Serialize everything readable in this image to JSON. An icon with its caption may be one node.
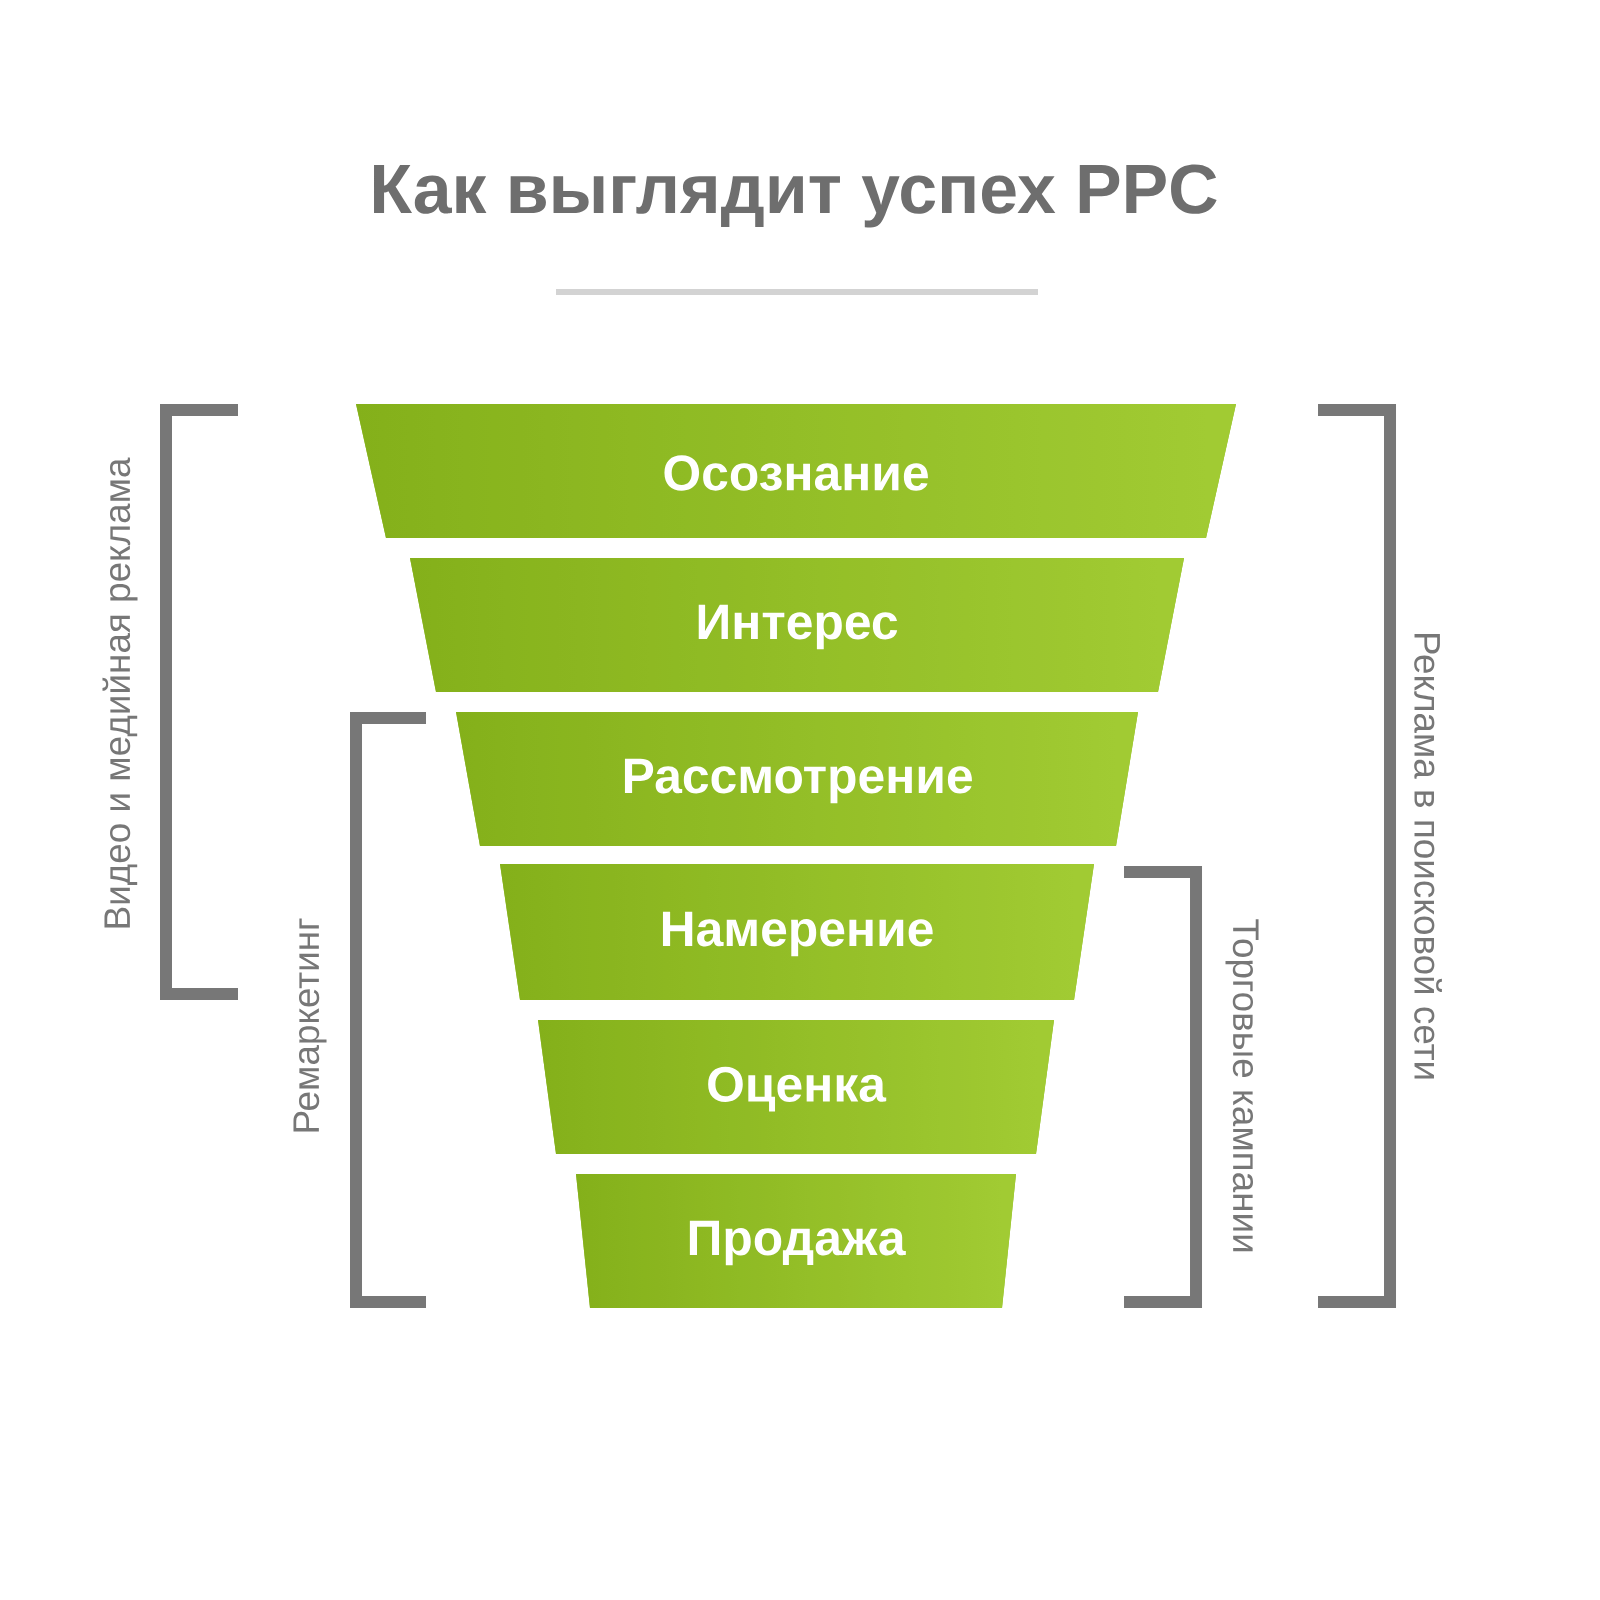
{
  "diagram": {
    "title": "Как выглядит успех PPC",
    "nodes": [
      {
        "text": [
          "Осознание"
        ]
      },
      {
        "text": [
          "Интерес"
        ]
      },
      {
        "text": [
          "Рассмотрение"
        ]
      },
      {
        "text": [
          "Намерение"
        ]
      },
      {
        "text": [
          "Оценка"
        ]
      },
      {
        "text": [
          "Продажа"
        ]
      }
    ],
    "labels": [
      "Видео и медийная реклама",
      "Ремаркетинг",
      "Торговые кампании",
      "Реклама в поисковой сети"
    ]
  }
}
